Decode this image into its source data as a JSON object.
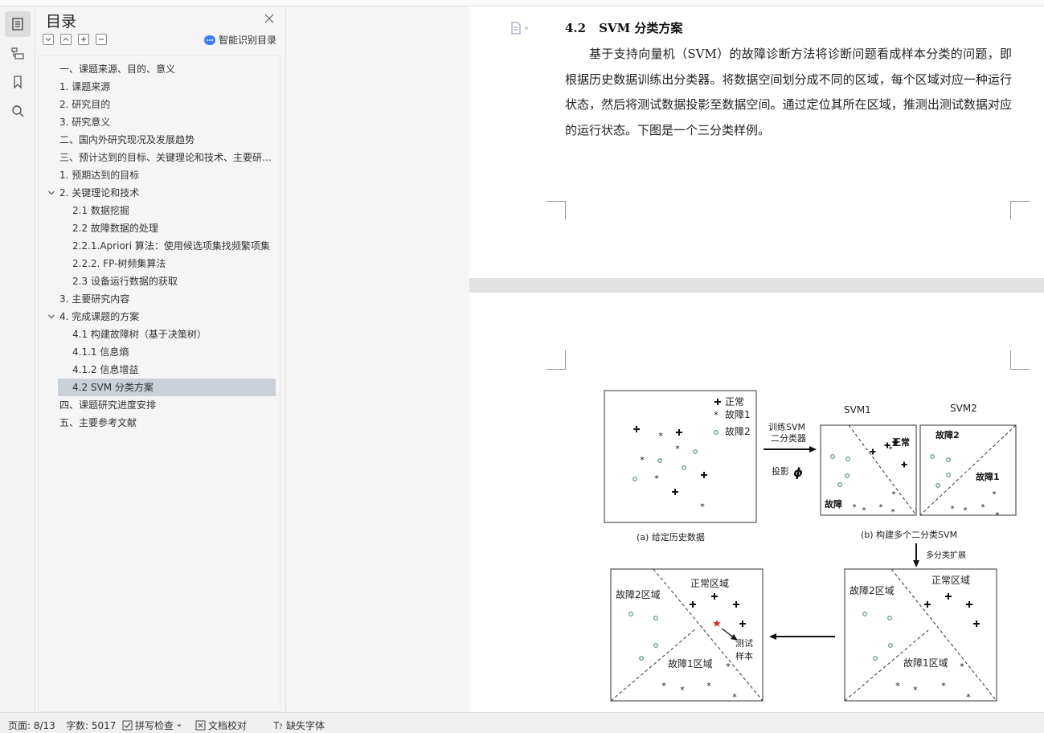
{
  "rail": {
    "items": [
      {
        "name": "toc-nav-icon",
        "active": true
      },
      {
        "name": "chapter-nav-icon",
        "active": false
      },
      {
        "name": "bookmark-icon",
        "active": false
      },
      {
        "name": "search-icon",
        "active": false
      }
    ]
  },
  "toc": {
    "title": "目录",
    "smart_label": "智能识别目录",
    "items": [
      {
        "label": "一、课题来源、目的、意义",
        "level": 1
      },
      {
        "label": "1. 课题来源",
        "level": 1
      },
      {
        "label": "2. 研究目的",
        "level": 1
      },
      {
        "label": "3. 研究意义",
        "level": 1
      },
      {
        "label": "二、国内外研究现况及发展趋势",
        "level": 1
      },
      {
        "label": "三、预计达到的目标、关键理论和技术、主要研究内容、完成课题的方案",
        "level": 1
      },
      {
        "label": "1. 预期达到的目标",
        "level": 1
      },
      {
        "label": "2. 关键理论和技术",
        "level": 1,
        "expanded": true
      },
      {
        "label": "2.1  数据挖掘",
        "level": 2
      },
      {
        "label": "2.2 故障数据的处理",
        "level": 2
      },
      {
        "label": "2.2.1.Apriori 算法：使用候选项集找频繁项集",
        "level": 2
      },
      {
        "label": "2.2.2. FP-树频集算法",
        "level": 2
      },
      {
        "label": "2.3 设备运行数据的获取",
        "level": 2
      },
      {
        "label": "3. 主要研究内容",
        "level": 1
      },
      {
        "label": "4. 完成课题的方案",
        "level": 1,
        "expanded": true
      },
      {
        "label": "4.1  构建故障树（基于决策树）",
        "level": 2
      },
      {
        "label": "4.1.1  信息熵",
        "level": 2
      },
      {
        "label": "4.1.2  信息增益",
        "level": 2
      },
      {
        "label": "4.2   SVM 分类方案",
        "level": 2,
        "selected": true
      },
      {
        "label": "四、课题研究进度安排",
        "level": 1
      },
      {
        "label": "五、主要参考文献",
        "level": 1
      }
    ]
  },
  "document": {
    "heading_number": "4.2",
    "heading_text": "SVM 分类方案",
    "paragraph": "基于支持向量机（SVM）的故障诊断方法将诊断问题看成样本分类的问题，即根据历史数据训练出分类器。将数据空间划分成不同的区域，每个区域对应一种运行状态，然后将测试数据投影至数据空间。通过定位其所在区域，推测出测试数据对应的运行状态。下图是一个三分类样例。"
  },
  "figure": {
    "legend": [
      "正常",
      "故障1",
      "故障2"
    ],
    "caption_a": "(a) 给定历史数据",
    "caption_b": "(b) 构建多个二分类SVM",
    "arrow_train_1": "训练SVM",
    "arrow_train_2": "二分类器",
    "projection": "投影",
    "phi": "ϕ",
    "svm1": "SVM1",
    "svm2": "SVM2",
    "svm1_normal": "正常",
    "svm1_fault": "故障",
    "svm2_fault2": "故障2",
    "svm2_fault1": "故障1",
    "multi_class": "多分类扩展",
    "region_normal": "正常区域",
    "region_fault2": "故障2区域",
    "region_fault1": "故障1区域",
    "test_1": "测试",
    "test_2": "样本",
    "colors": {
      "test_star": "#e02020",
      "circle": "#4a8a7a"
    }
  },
  "status": {
    "page": "页面: 8/13",
    "words": "字数: 5017",
    "spell": "拼写检查",
    "proof": "文档校对",
    "missing_font": "缺失字体"
  }
}
